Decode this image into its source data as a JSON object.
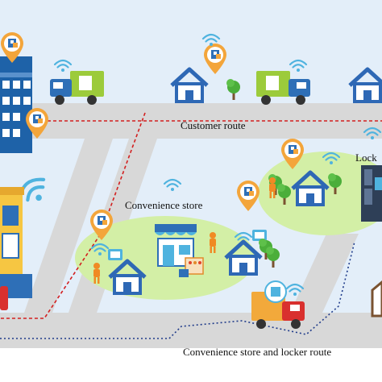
{
  "labels": {
    "customer_route": "Customer route",
    "convenience_store": "Convenience store",
    "locker": "Lock",
    "convenience_locker_route": "Convenience store and locker route"
  },
  "colors": {
    "sky": "#E3EEF9",
    "road": "#D8D8D8",
    "road_line": "#C4C4C4",
    "green_area": "#D3EFA6",
    "customer_route_line": "#D21F1F",
    "store_route_line": "#1F3B8A",
    "truck_green": "#9CCB3B",
    "truck_blue": "#2E6FB7",
    "truck_orange": "#F2A93B",
    "house_blue": "#2E68B5",
    "badge_orange": "#F3A53B",
    "wifi": "#4FB3DF"
  },
  "icons": [
    "building-icon",
    "truck-icon",
    "house-icon",
    "tree-icon",
    "wifi-icon",
    "parcel-badge-icon",
    "store-icon",
    "locker-icon",
    "person-icon"
  ]
}
